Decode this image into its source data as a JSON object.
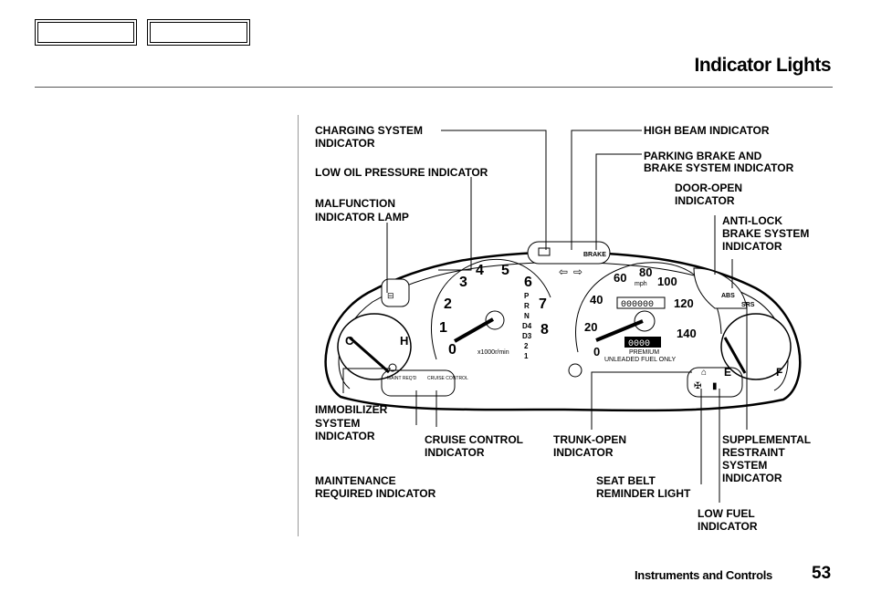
{
  "page": {
    "title": "Indicator Lights",
    "section": "Instruments and Controls",
    "page_number": "53"
  },
  "callouts": {
    "charging_1": "CHARGING  SYSTEM",
    "charging_2": "INDICATOR",
    "low_oil": "LOW OIL PRESSURE INDICATOR",
    "malfunction_1": "MALFUNCTION",
    "malfunction_2": "INDICATOR LAMP",
    "high_beam": "HIGH BEAM INDICATOR",
    "parking_1": "PARKING BRAKE AND",
    "parking_2": "BRAKE SYSTEM INDICATOR",
    "door_1": "DOOR-OPEN",
    "door_2": "INDICATOR",
    "abs_1": "ANTI-LOCK",
    "abs_2": "BRAKE SYSTEM",
    "abs_3": "INDICATOR",
    "immobilizer_1": "IMMOBILIZER",
    "immobilizer_2": "SYSTEM",
    "immobilizer_3": "INDICATOR",
    "cruise_1": "CRUISE  CONTROL",
    "cruise_2": "INDICATOR",
    "trunk_1": "TRUNK-OPEN",
    "trunk_2": "INDICATOR",
    "srs_1": "SUPPLEMENTAL",
    "srs_2": "RESTRAINT",
    "srs_3": "SYSTEM",
    "srs_4": "INDICATOR",
    "maint_1": "MAINTENANCE",
    "maint_2": "REQUIRED  INDICATOR",
    "seatbelt_1": "SEAT BELT",
    "seatbelt_2": "REMINDER LIGHT",
    "fuel_1": "LOW FUEL",
    "fuel_2": "INDICATOR"
  },
  "cluster": {
    "tach_numbers": [
      "0",
      "1",
      "2",
      "3",
      "4",
      "5",
      "6",
      "7",
      "8"
    ],
    "tach_unit": "x1000r/min",
    "speed_numbers": [
      "0",
      "20",
      "40",
      "60",
      "80",
      "100",
      "120",
      "140"
    ],
    "speed_unit": "mph",
    "odometer": "000000",
    "trip": "0000",
    "fuel_note_1": "PREMIUM",
    "fuel_note_2": "UNLEADED FUEL ONLY",
    "temp_c": "C",
    "temp_h": "H",
    "fuel_e": "E",
    "fuel_f": "F",
    "brake_label": "BRAKE",
    "abs_label": "ABS",
    "srs_label": "SRS",
    "maint_label": "MAINT REQ'D",
    "cruise_label": "CRUISE CONTROL",
    "gears": [
      "P",
      "R",
      "N",
      "D4",
      "D3",
      "2",
      "1"
    ]
  }
}
